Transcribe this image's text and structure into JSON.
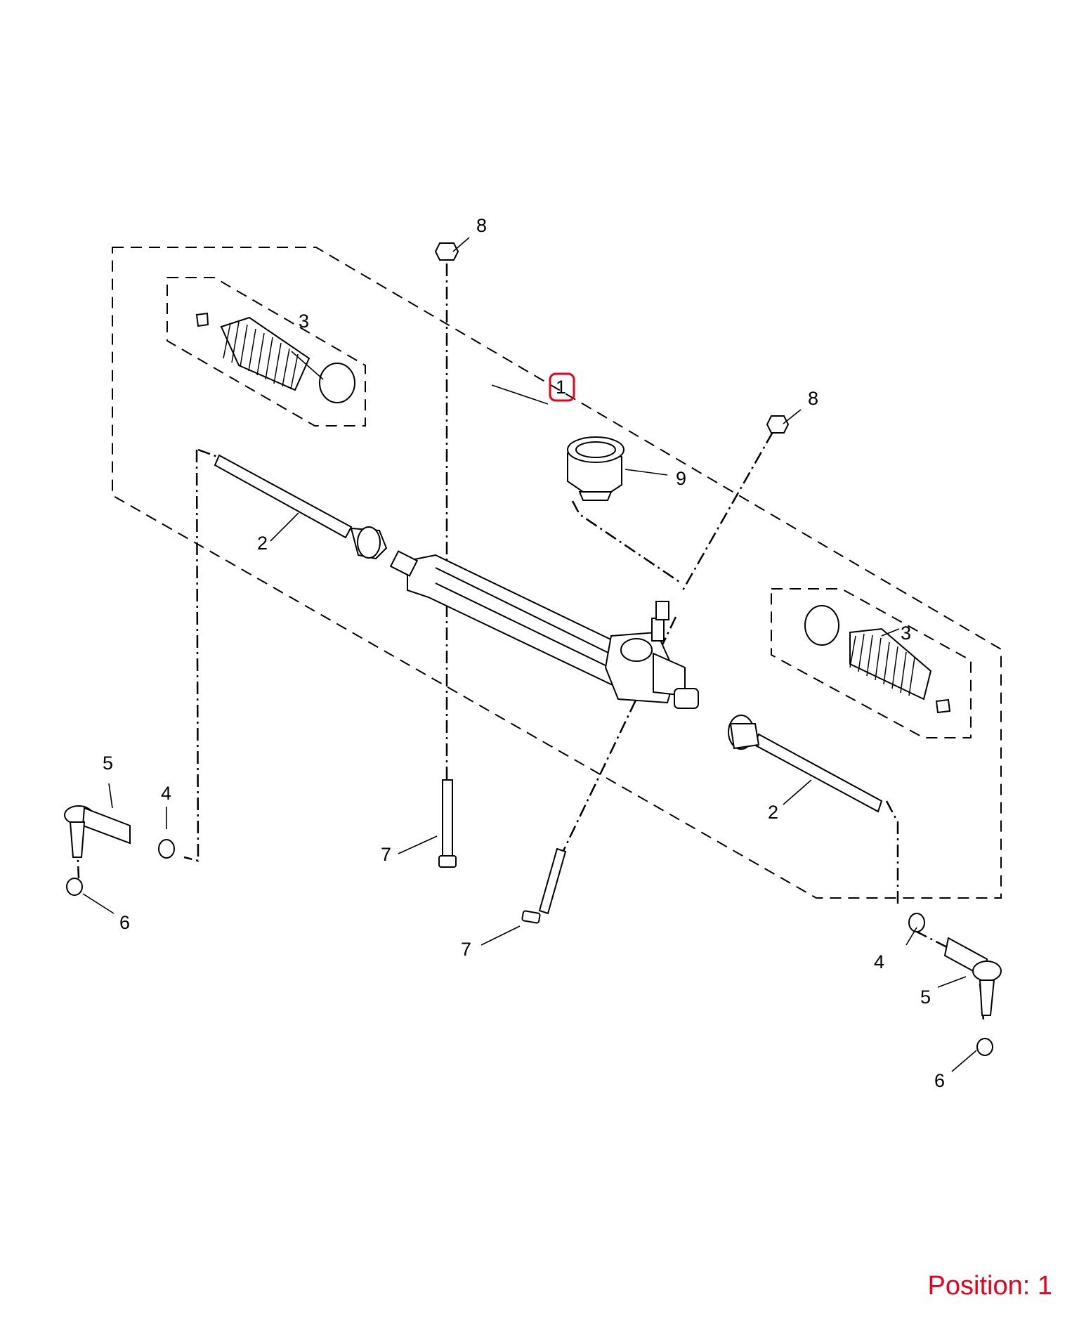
{
  "callouts": {
    "p1": "1",
    "p2_left": "2",
    "p2_right": "2",
    "p3_left": "3",
    "p3_right": "3",
    "p4_left": "4",
    "p4_right": "4",
    "p5_left": "5",
    "p5_right": "5",
    "p6_left": "6",
    "p6_right": "6",
    "p7_left": "7",
    "p7_right": "7",
    "p8_left": "8",
    "p8_right": "8",
    "p9": "9"
  },
  "position": {
    "label": "Position: 1"
  },
  "colors": {
    "highlight": "#e8001c",
    "line": "#000000"
  }
}
